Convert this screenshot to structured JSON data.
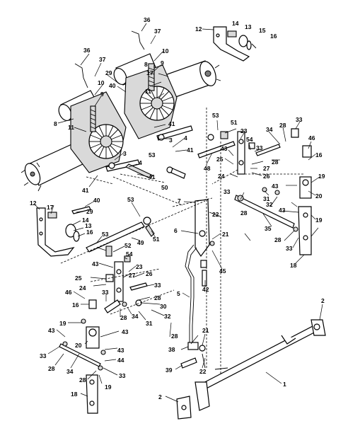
{
  "diagram": {
    "background_color": "#ffffff",
    "line_color": "#000000",
    "callouts": [
      {
        "id": "c36a",
        "text": "36"
      },
      {
        "id": "c37a",
        "text": "37"
      },
      {
        "id": "c12a",
        "text": "12"
      },
      {
        "id": "c14a",
        "text": "14"
      },
      {
        "id": "c13a",
        "text": "13"
      },
      {
        "id": "c15a",
        "text": "15"
      },
      {
        "id": "c16a",
        "text": "16"
      },
      {
        "id": "c36b",
        "text": "36"
      },
      {
        "id": "c37b",
        "text": "37"
      },
      {
        "id": "c10a",
        "text": "10"
      },
      {
        "id": "c9a",
        "text": "9"
      },
      {
        "id": "c8a",
        "text": "8"
      },
      {
        "id": "c17a",
        "text": "17"
      },
      {
        "id": "c11a",
        "text": "11"
      },
      {
        "id": "c10b",
        "text": "10"
      },
      {
        "id": "c29a",
        "text": "29"
      },
      {
        "id": "c40a",
        "text": "40"
      },
      {
        "id": "c9b",
        "text": "9"
      },
      {
        "id": "c11b",
        "text": "11"
      },
      {
        "id": "c8b",
        "text": "8"
      },
      {
        "id": "c53a",
        "text": "53"
      },
      {
        "id": "c51a",
        "text": "51"
      },
      {
        "id": "c23a",
        "text": "23"
      },
      {
        "id": "c33a",
        "text": "33"
      },
      {
        "id": "c34a",
        "text": "34"
      },
      {
        "id": "c28a",
        "text": "28"
      },
      {
        "id": "c46a",
        "text": "46"
      },
      {
        "id": "c41a",
        "text": "41"
      },
      {
        "id": "c3a",
        "text": "3"
      },
      {
        "id": "c4a",
        "text": "4"
      },
      {
        "id": "c41b",
        "text": "41"
      },
      {
        "id": "c43a",
        "text": "43"
      },
      {
        "id": "c54a",
        "text": "54"
      },
      {
        "id": "c33b",
        "text": "33"
      },
      {
        "id": "c16b",
        "text": "16"
      },
      {
        "id": "c3b",
        "text": "3"
      },
      {
        "id": "c25a",
        "text": "25"
      },
      {
        "id": "c28b",
        "text": "28"
      },
      {
        "id": "c53b",
        "text": "53"
      },
      {
        "id": "c48a",
        "text": "48"
      },
      {
        "id": "c27a",
        "text": "27"
      },
      {
        "id": "c4b",
        "text": "4"
      },
      {
        "id": "c41c",
        "text": "41"
      },
      {
        "id": "c24a",
        "text": "24"
      },
      {
        "id": "c26a",
        "text": "26"
      },
      {
        "id": "c19a",
        "text": "19"
      },
      {
        "id": "c50a",
        "text": "50"
      },
      {
        "id": "c41d",
        "text": "41"
      },
      {
        "id": "c43b",
        "text": "43"
      },
      {
        "id": "c7a",
        "text": "7"
      },
      {
        "id": "c33c",
        "text": "33"
      },
      {
        "id": "c31a",
        "text": "31"
      },
      {
        "id": "c20a",
        "text": "20"
      },
      {
        "id": "c40b",
        "text": "40"
      },
      {
        "id": "c28c",
        "text": "28"
      },
      {
        "id": "c43c",
        "text": "43"
      },
      {
        "id": "c32a",
        "text": "32"
      },
      {
        "id": "c12b",
        "text": "12"
      },
      {
        "id": "c17b",
        "text": "17"
      },
      {
        "id": "c29b",
        "text": "29"
      },
      {
        "id": "c53c",
        "text": "53"
      },
      {
        "id": "c22a",
        "text": "22"
      },
      {
        "id": "c19b",
        "text": "19"
      },
      {
        "id": "c14b",
        "text": "14"
      },
      {
        "id": "c13b",
        "text": "13"
      },
      {
        "id": "c16c",
        "text": "16"
      },
      {
        "id": "c35a",
        "text": "35"
      },
      {
        "id": "c28d",
        "text": "28"
      },
      {
        "id": "c6a",
        "text": "6"
      },
      {
        "id": "c21a",
        "text": "21"
      },
      {
        "id": "c51b",
        "text": "51"
      },
      {
        "id": "c53d",
        "text": "53"
      },
      {
        "id": "c49a",
        "text": "49"
      },
      {
        "id": "c33d",
        "text": "33"
      },
      {
        "id": "c52a",
        "text": "52"
      },
      {
        "id": "c45a",
        "text": "45"
      },
      {
        "id": "c18a",
        "text": "18"
      },
      {
        "id": "c54b",
        "text": "54"
      },
      {
        "id": "c43d",
        "text": "43"
      },
      {
        "id": "c23b",
        "text": "23"
      },
      {
        "id": "c26b",
        "text": "26"
      },
      {
        "id": "c25b",
        "text": "25"
      },
      {
        "id": "c27b",
        "text": "27"
      },
      {
        "id": "c24b",
        "text": "24"
      },
      {
        "id": "c33e",
        "text": "33"
      },
      {
        "id": "c42a",
        "text": "42"
      },
      {
        "id": "c46b",
        "text": "46"
      },
      {
        "id": "c33f",
        "text": "33"
      },
      {
        "id": "c28e",
        "text": "28"
      },
      {
        "id": "c16d",
        "text": "16"
      },
      {
        "id": "c30a",
        "text": "30"
      },
      {
        "id": "c5a",
        "text": "5"
      },
      {
        "id": "c28f",
        "text": "28"
      },
      {
        "id": "c34b",
        "text": "34"
      },
      {
        "id": "c32b",
        "text": "32"
      },
      {
        "id": "c19c",
        "text": "19"
      },
      {
        "id": "c31b",
        "text": "31"
      },
      {
        "id": "c43e",
        "text": "43"
      },
      {
        "id": "c43f",
        "text": "43"
      },
      {
        "id": "c2a",
        "text": "2"
      },
      {
        "id": "c20b",
        "text": "20"
      },
      {
        "id": "c43g",
        "text": "43"
      },
      {
        "id": "c28g",
        "text": "28"
      },
      {
        "id": "c21b",
        "text": "21"
      },
      {
        "id": "c33g",
        "text": "33"
      },
      {
        "id": "c38a",
        "text": "38"
      },
      {
        "id": "c44a",
        "text": "44"
      },
      {
        "id": "c28h",
        "text": "28"
      },
      {
        "id": "c34c",
        "text": "34"
      },
      {
        "id": "c39a",
        "text": "39"
      },
      {
        "id": "c22b",
        "text": "22"
      },
      {
        "id": "c1a",
        "text": "1"
      },
      {
        "id": "c33h",
        "text": "33"
      },
      {
        "id": "c28i",
        "text": "28"
      },
      {
        "id": "c19d",
        "text": "19"
      },
      {
        "id": "c18b",
        "text": "18"
      },
      {
        "id": "c2b",
        "text": "2"
      }
    ]
  }
}
